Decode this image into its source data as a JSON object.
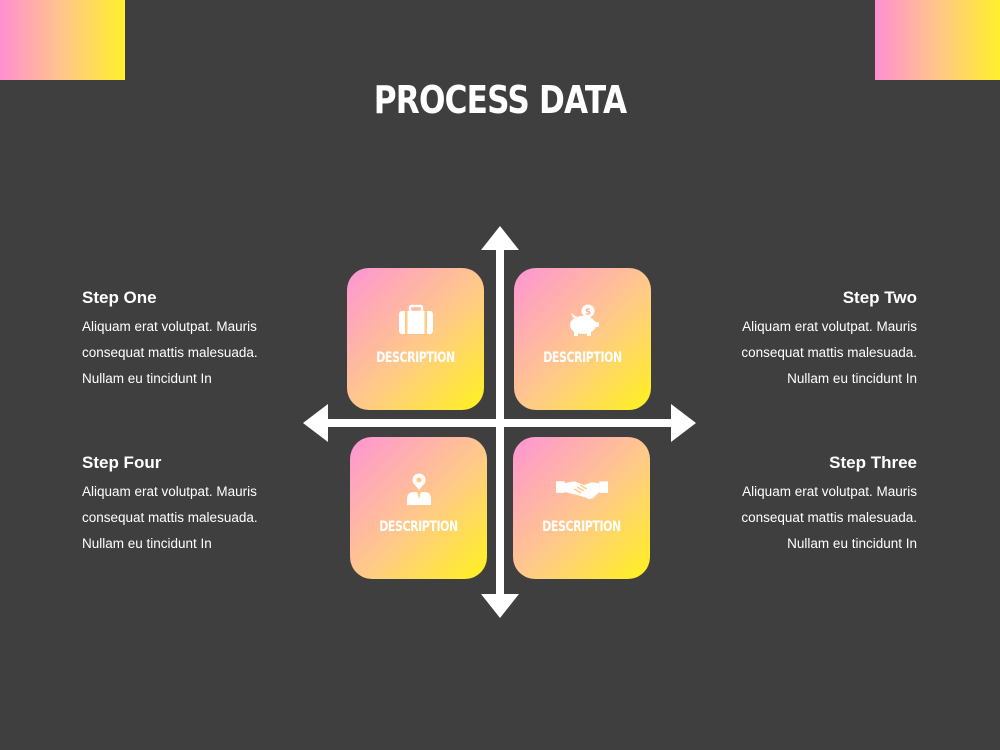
{
  "title": "PROCESS DATA",
  "colors": {
    "background": "#3f3f3f",
    "gradient_start": "#ff8fd0",
    "gradient_end": "#fff02a",
    "text": "#ffffff"
  },
  "steps": [
    {
      "heading": "Step One",
      "body": "Aliquam erat volutpat. Mauris\nconsequat mattis malesuada.\nNullam eu tincidunt In"
    },
    {
      "heading": "Step Two",
      "body": "Aliquam erat volutpat. Mauris\nconsequat mattis malesuada.\nNullam eu tincidunt In"
    },
    {
      "heading": "Step Three",
      "body": "Aliquam erat volutpat. Mauris\nconsequat mattis malesuada.\nNullam eu tincidunt In"
    },
    {
      "heading": "Step Four",
      "body": "Aliquam erat volutpat. Mauris\nconsequat mattis malesuada.\nNullam eu tincidunt In"
    }
  ],
  "boxes": [
    {
      "icon": "briefcase-icon",
      "label": "DESCRIPTION"
    },
    {
      "icon": "piggy-bank-icon",
      "label": "DESCRIPTION"
    },
    {
      "icon": "person-location-icon",
      "label": "DESCRIPTION"
    },
    {
      "icon": "handshake-icon",
      "label": "DESCRIPTION"
    }
  ]
}
